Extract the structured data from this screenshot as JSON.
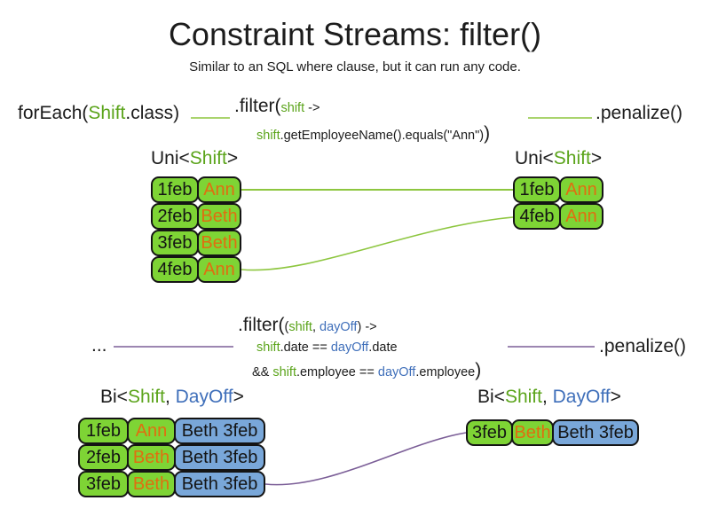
{
  "title": "Constraint Streams: filter()",
  "subtitle": "Similar to an SQL where clause, but it can run any code.",
  "colors": {
    "code_green": "#5ba41b",
    "code_blue": "#3f6fba",
    "name_orange": "#e06e10",
    "line_green": "#8dc63f",
    "line_purple": "#7b5e97",
    "cell_green": "#7ed435",
    "cell_blue": "#79a7d9",
    "cell_border": "#141414"
  },
  "section1": {
    "foreach": {
      "fn": "forEach(",
      "arg": "Shift",
      "end": ".class)"
    },
    "filter": {
      "fn": ".filter(",
      "param": "shift",
      "arrow": " ->",
      "body_var": "shift",
      "body_rest": ".getEmployeeName().equals(\"Ann\")",
      "body_close": ")"
    },
    "penalize": ".penalize()",
    "left": {
      "h1": "Uni<",
      "h2": "Shift",
      "h3": ">",
      "rows": [
        {
          "date": "1feb",
          "name": "Ann"
        },
        {
          "date": "2feb",
          "name": "Beth"
        },
        {
          "date": "3feb",
          "name": "Beth"
        },
        {
          "date": "4feb",
          "name": "Ann"
        }
      ]
    },
    "right": {
      "h1": "Uni<",
      "h2": "Shift",
      "h3": ">",
      "rows": [
        {
          "date": "1feb",
          "name": "Ann"
        },
        {
          "date": "4feb",
          "name": "Ann"
        }
      ]
    }
  },
  "section2": {
    "source": "...",
    "filter": {
      "fn": ".filter(",
      "p_open": "(",
      "param1": "shift",
      "comma": ", ",
      "param2": "dayOff",
      "p_close": ")",
      "arrow": " ->",
      "l2": {
        "a": "shift",
        "b": ".date == ",
        "c": "dayOff",
        "d": ".date"
      },
      "l3": {
        "a": "&& ",
        "b": "shift",
        "c": ".employee == ",
        "d": "dayOff",
        "e": ".employee",
        "f": ")"
      }
    },
    "penalize": ".penalize()",
    "left": {
      "h1": "Bi<",
      "h2": "Shift",
      "h3": ", ",
      "h4": "DayOff",
      "h5": ">",
      "rows": [
        {
          "date": "1feb",
          "name": "Ann",
          "pair": "Beth 3feb"
        },
        {
          "date": "2feb",
          "name": "Beth",
          "pair": "Beth 3feb"
        },
        {
          "date": "3feb",
          "name": "Beth",
          "pair": "Beth 3feb"
        }
      ]
    },
    "right": {
      "h1": "Bi<",
      "h2": "Shift",
      "h3": ", ",
      "h4": "DayOff",
      "h5": ">",
      "rows": [
        {
          "date": "3feb",
          "name": "Beth",
          "pair": "Beth 3feb"
        }
      ]
    }
  }
}
